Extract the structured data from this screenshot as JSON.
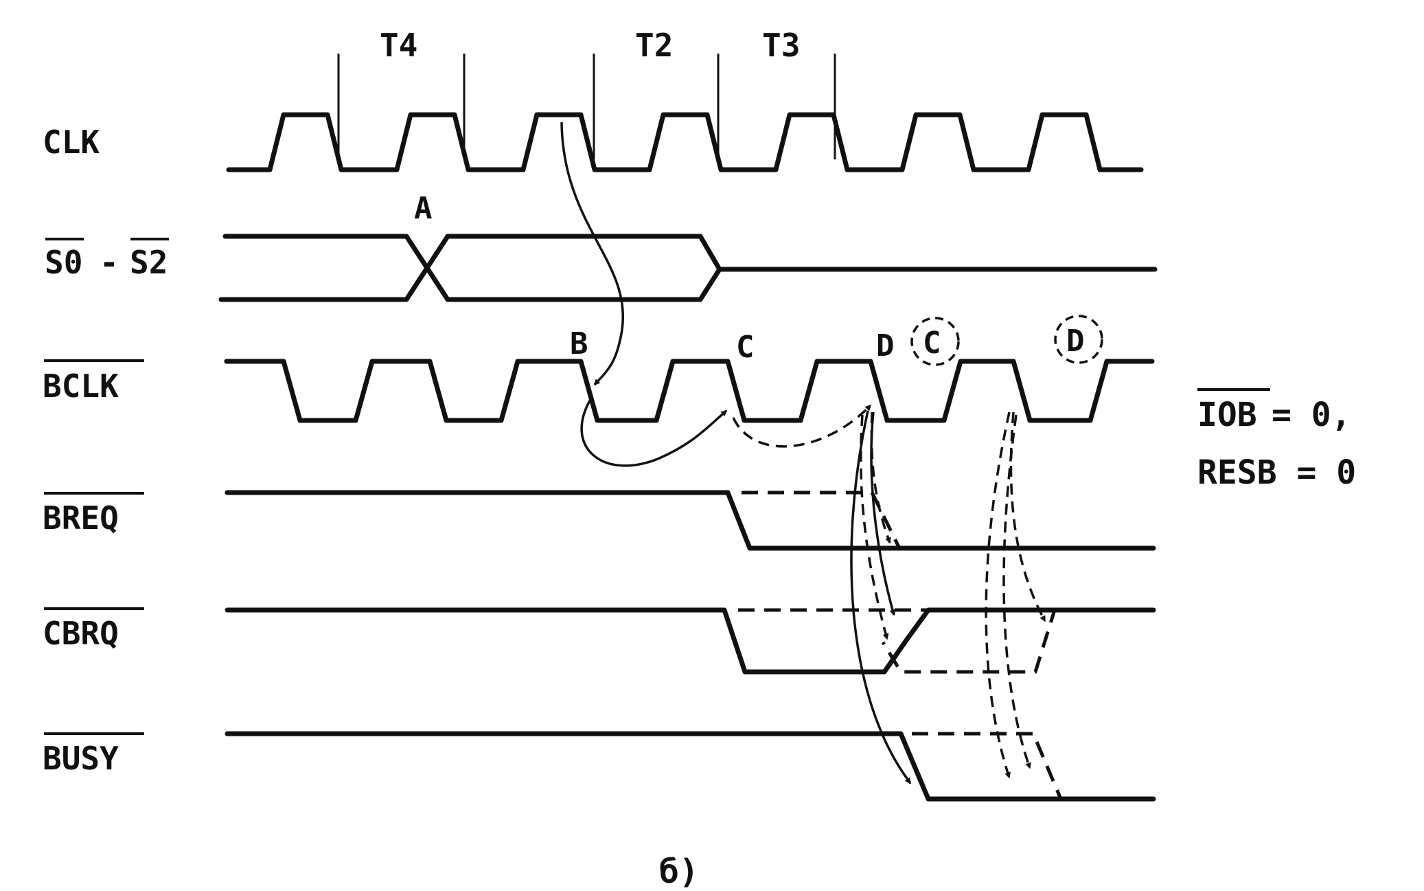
{
  "signals": {
    "clk": "CLK",
    "s0": "S0",
    "dash": "-",
    "s2": "S2",
    "bclk": "BCLK",
    "breq": "BREQ",
    "cbrq": "CBRQ",
    "busy": "BUSY"
  },
  "phases": {
    "t4": "T4",
    "t2": "T2",
    "t3": "T3"
  },
  "points": {
    "a": "A",
    "b": "B",
    "c": "C",
    "d": "D",
    "c_alt": "C",
    "d_alt": "D"
  },
  "conditions": {
    "line1_signal": "IOB",
    "line1_rest": " = 0,",
    "line2": "RESB = 0"
  },
  "caption": "б)",
  "colors": {
    "ink": "#111111",
    "background": "#ffffff"
  }
}
